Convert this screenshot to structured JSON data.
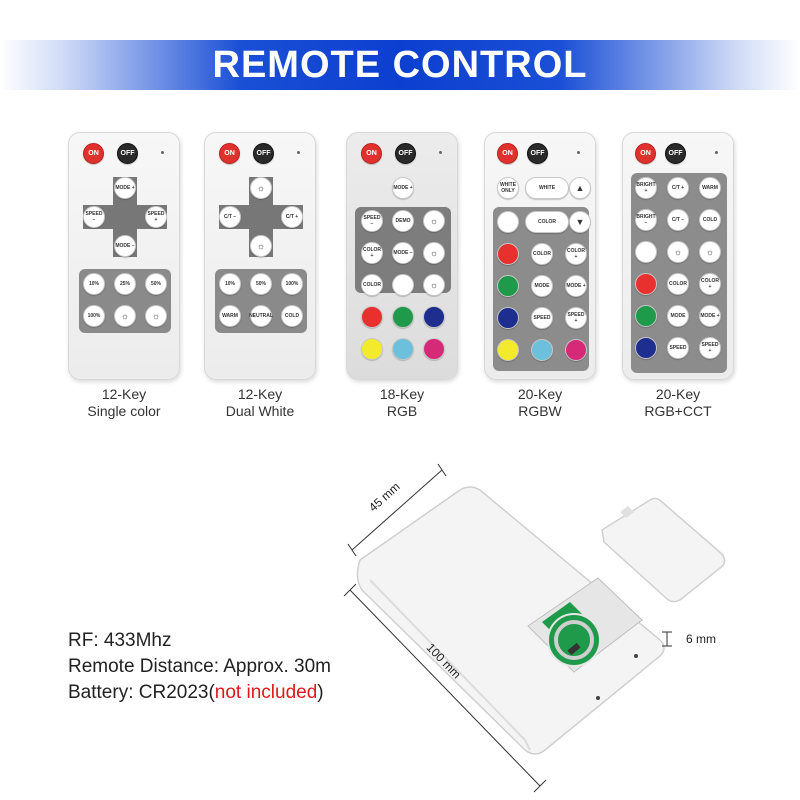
{
  "banner": {
    "title": "REMOTE CONTROL"
  },
  "common": {
    "on": "ON",
    "off": "OFF"
  },
  "remotes": [
    {
      "caption_line1": "12-Key",
      "caption_line2": "Single color",
      "buttons": {
        "mode_up": "MODE +",
        "speed_minus": "SPEED −",
        "speed_plus": "SPEED +",
        "mode_down": "MODE −",
        "p10": "10%",
        "p25": "25%",
        "p50": "50%",
        "p100": "100%"
      }
    },
    {
      "caption_line1": "12-Key",
      "caption_line2": "Dual White",
      "buttons": {
        "ct_minus": "C/T −",
        "ct_plus": "C/T +",
        "p10": "10%",
        "p50": "50%",
        "p100": "100%",
        "warm": "WARM",
        "neutral": "NEUTRAL",
        "cold": "COLD"
      }
    },
    {
      "caption_line1": "18-Key",
      "caption_line2": "RGB",
      "buttons": {
        "mode_up": "MODE +",
        "speed_minus": "SPEED −",
        "demo": "DEMO",
        "color_plus": "COLOR +",
        "mode_down": "MODE −",
        "color_minus": "COLOR"
      }
    },
    {
      "caption_line1": "20-Key",
      "caption_line2": "RGBW",
      "buttons": {
        "white_only": "WHITE ONLY",
        "white": "WHITE",
        "color": "COLOR",
        "color2": "COLOR",
        "color_plus": "COLOR +",
        "mode": "MODE",
        "mode_plus": "MODE +",
        "speed": "SPEED",
        "speed_plus": "SPEED +"
      }
    },
    {
      "caption_line1": "20-Key",
      "caption_line2": "RGB+CCT",
      "buttons": {
        "bright_plus": "BRIGHT +",
        "ct_plus": "C/T +",
        "warm": "WARM",
        "bright_minus": "BRIGHT −",
        "ct_minus": "C/T −",
        "cold": "COLD",
        "color": "COLOR",
        "color_plus": "COLOR +",
        "mode": "MODE",
        "mode_plus": "MODE +",
        "speed": "SPEED",
        "speed_plus": "SPEED +"
      }
    }
  ],
  "dimensions": {
    "width": "45 mm",
    "length": "100 mm",
    "thickness": "6 mm"
  },
  "specs": {
    "rf": "RF: 433Mhz",
    "distance": "Remote Distance: Approx. 30m",
    "battery_prefix": "Battery: CR2023(",
    "battery_note": "not included",
    "battery_suffix": ")"
  },
  "colors": {
    "banner": "#0c3fcf",
    "on_button": "#e0322c",
    "off_button": "#2a2a2a",
    "red": "#e8312e",
    "green": "#1e9a4a",
    "blue": "#1d2e8e",
    "yellow": "#f2ea2a",
    "cyan": "#6cc0dc",
    "magenta": "#d62a78",
    "battery_green": "#1e9a4a",
    "note_red": "#e01818"
  }
}
